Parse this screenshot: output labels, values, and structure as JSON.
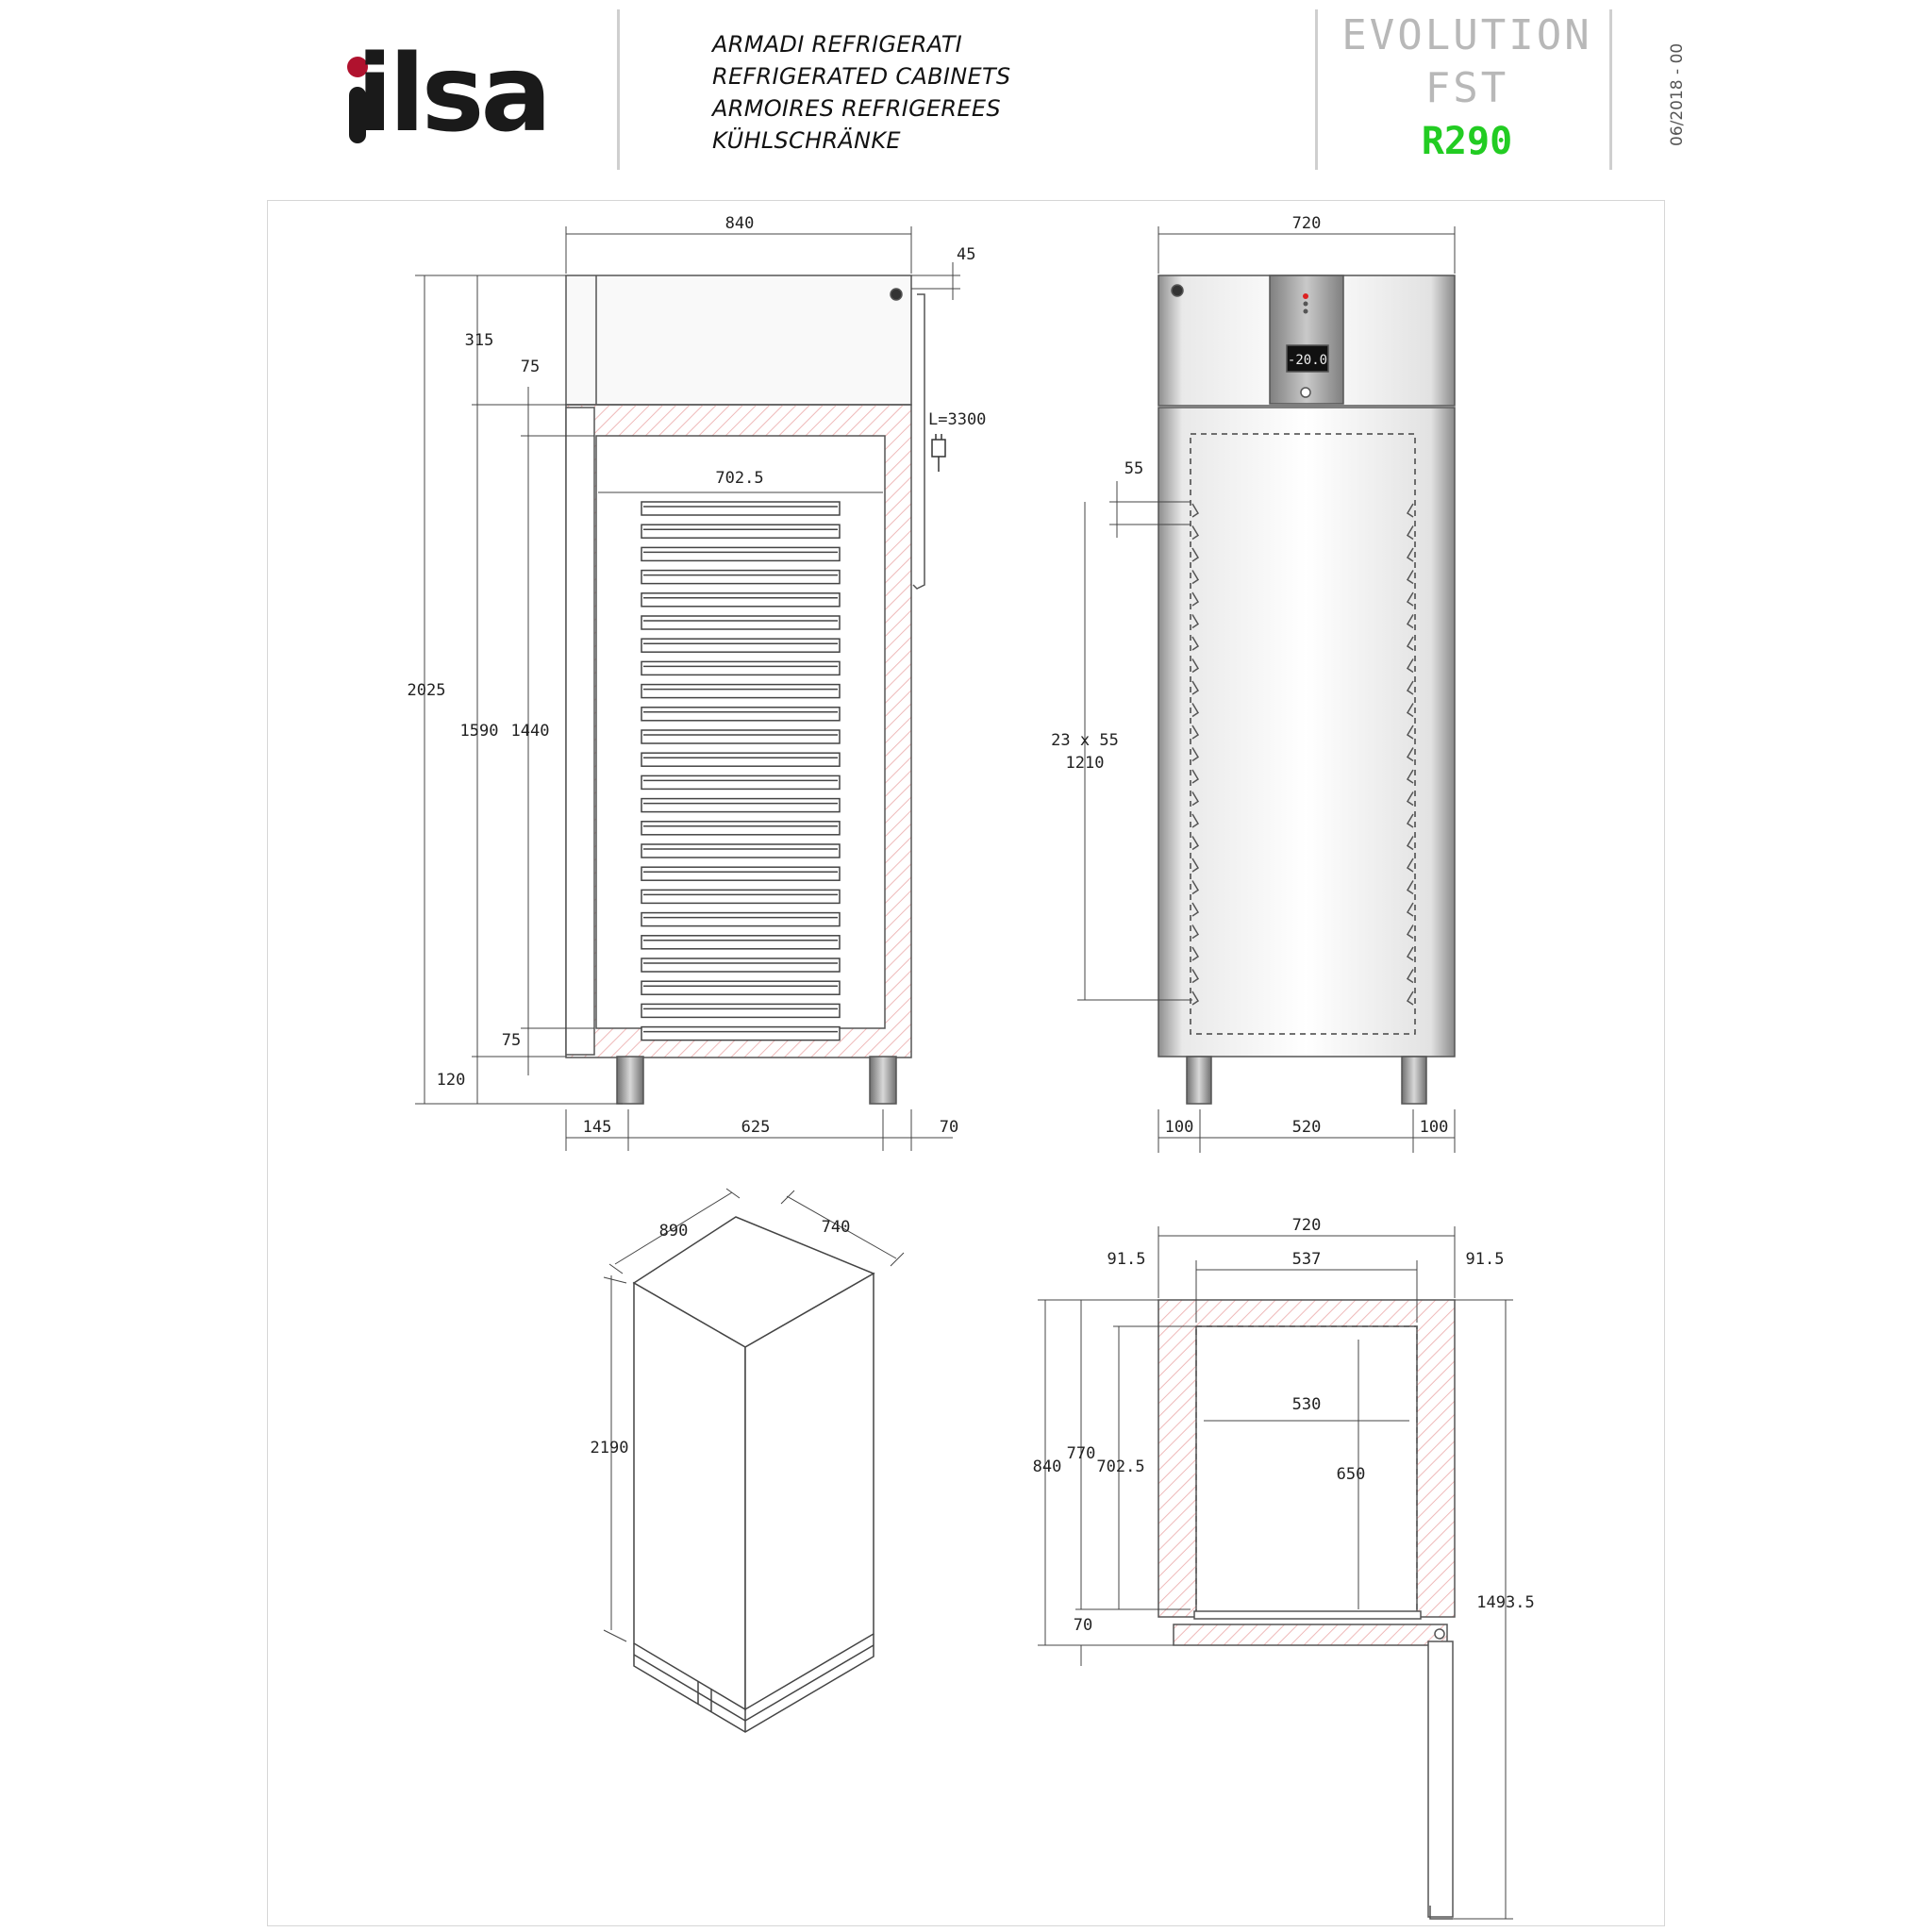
{
  "header": {
    "logo_text": "ilsa",
    "titles": [
      "ARMADI REFRIGERATI",
      "REFRIGERATED CABINETS",
      "ARMOIRES REFRIGEREES",
      "KÜHLSCHRÄNKE"
    ],
    "series_line1": "EVOLUTION",
    "series_line2": "FST",
    "refrigerant": "R290",
    "doc_date": "06/2018 - 00"
  },
  "colors": {
    "brand_red": "#b0122e",
    "refrigerant_green": "#22cc22",
    "series_grey": "#b8b8b8",
    "insulation_hatch": "#e8a8a8"
  },
  "side_view": {
    "width_total": "840",
    "top_offset": "45",
    "height_total": "2025",
    "unit_height": "315",
    "gap_top": "75",
    "door_height": "1590",
    "inner_height": "1440",
    "gap_bottom": "75",
    "feet_height": "120",
    "inner_width": "702.5",
    "cable": "L=3300",
    "foot_left": "145",
    "foot_span": "625",
    "foot_right": "70"
  },
  "front_view": {
    "width_total": "720",
    "display": "-20.0",
    "rail_pitch": "55",
    "rails_label": "23 x 55",
    "rails_span": "1210",
    "foot_left": "100",
    "foot_span": "520",
    "foot_right": "100"
  },
  "iso_view": {
    "depth": "890",
    "width": "740",
    "height": "2190"
  },
  "plan_view": {
    "width_total": "720",
    "side_left": "91.5",
    "inner_width": "537",
    "side_right": "91.5",
    "shelf_width": "530",
    "depth_total": "840",
    "depth_inner": "770",
    "depth_shelf_area": "702.5",
    "shelf_depth": "650",
    "door_thickness": "70",
    "door_open_depth": "1493.5"
  }
}
